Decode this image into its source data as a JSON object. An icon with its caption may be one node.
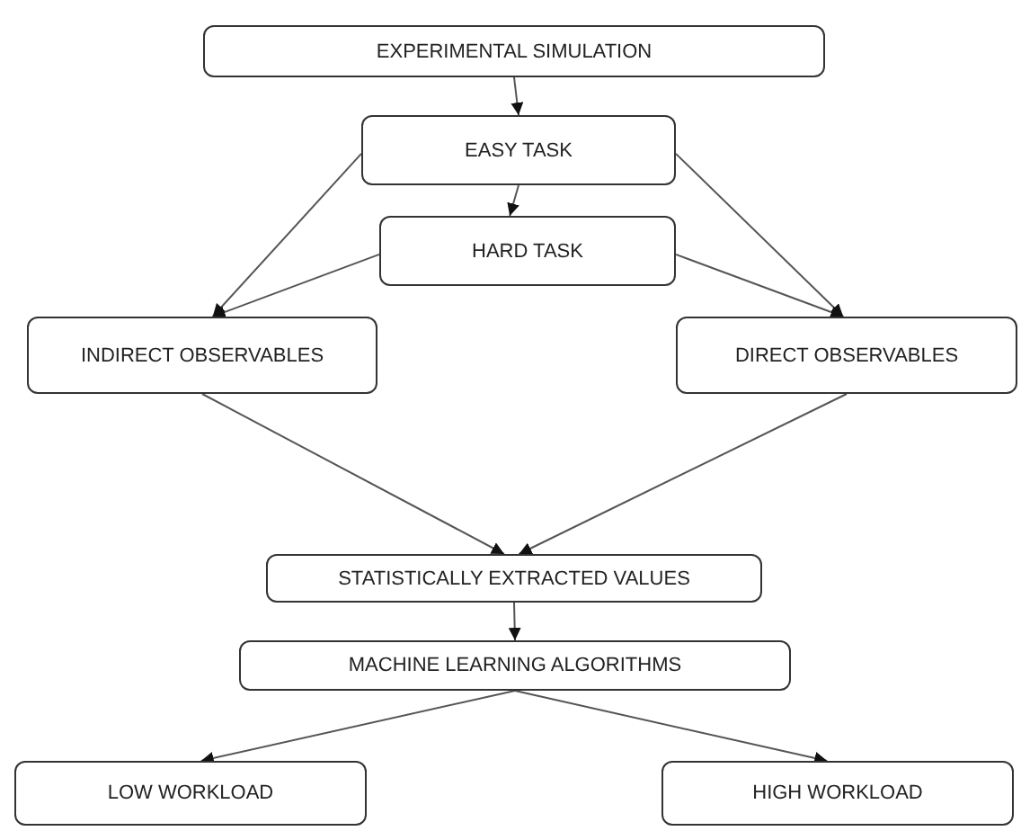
{
  "diagram": {
    "nodes": [
      {
        "text": [
          "EXPERIMENTAL SIMULATION"
        ]
      },
      {
        "text": [
          "EASY TASK"
        ]
      },
      {
        "text": [
          "HARD TASK"
        ]
      },
      {
        "text": [
          "INDIRECT OBSERVABLES"
        ]
      },
      {
        "text": [
          "DIRECT OBSERVABLES"
        ]
      },
      {
        "text": [
          "STATISTICALLY EXTRACTED VALUES"
        ]
      },
      {
        "text": [
          "MACHINE LEARNING ALGORITHMS"
        ]
      },
      {
        "text": [
          "LOW WORKLOAD"
        ]
      },
      {
        "text": [
          "HIGH WORKLOAD"
        ]
      }
    ],
    "edges": [
      {
        "from": 0,
        "to": 1,
        "arrow": "to"
      },
      {
        "from": 1,
        "to": 2,
        "arrow": "to"
      },
      {
        "from": 1,
        "to": 3,
        "arrow": "to"
      },
      {
        "from": 2,
        "to": 3,
        "arrow": "to"
      },
      {
        "from": 1,
        "to": 4,
        "arrow": "to"
      },
      {
        "from": 2,
        "to": 4,
        "arrow": "to"
      },
      {
        "from": 3,
        "to": 5,
        "arrow": "to"
      },
      {
        "from": 4,
        "to": 5,
        "arrow": "to"
      },
      {
        "from": 5,
        "to": 6,
        "arrow": "to"
      },
      {
        "from": 6,
        "to": 7,
        "arrow": "to"
      },
      {
        "from": 6,
        "to": 8,
        "arrow": "to"
      }
    ]
  }
}
